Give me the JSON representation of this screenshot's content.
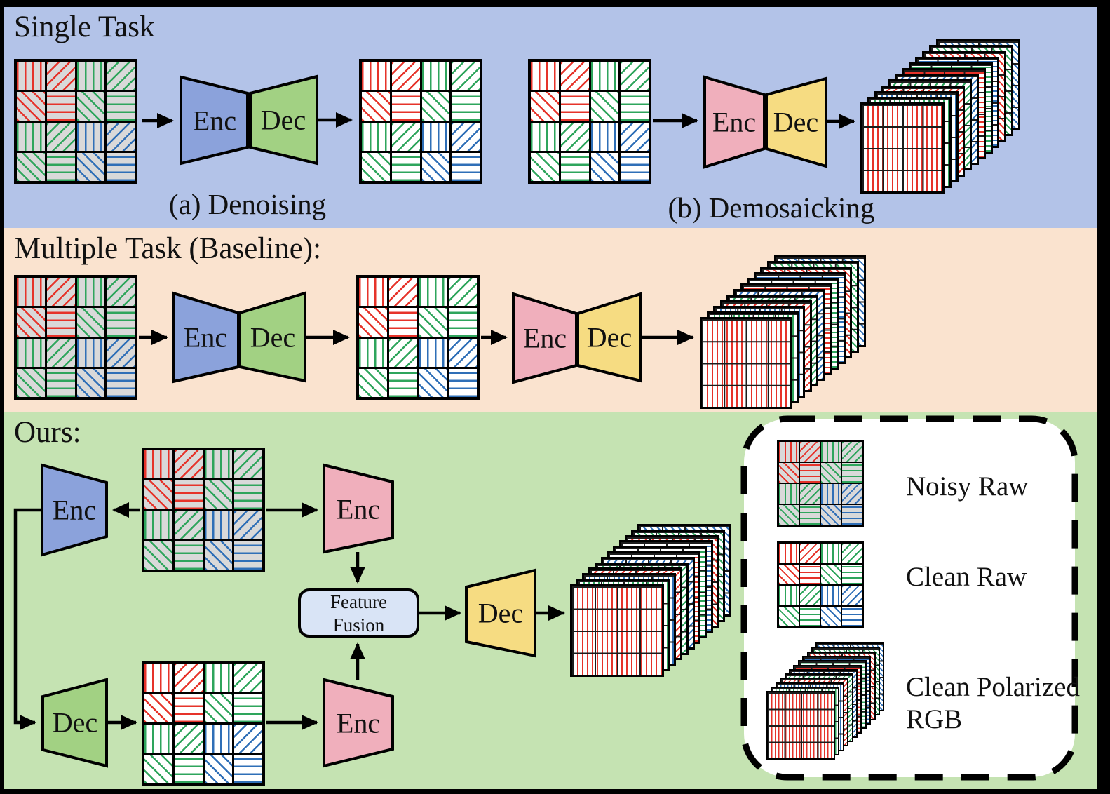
{
  "figure": {
    "sections": [
      {
        "title": "Single Task",
        "captions": [
          "(a) Denoising",
          "(b) Demosaicking"
        ]
      },
      {
        "title": "Multiple Task (Baseline):"
      },
      {
        "title": "Ours:"
      }
    ]
  },
  "labels": {
    "enc": "Enc",
    "dec": "Dec",
    "feature_fusion_lines": [
      "Feature",
      "Fusion"
    ]
  },
  "legend": {
    "items": [
      "Noisy Raw",
      "Clean Raw",
      "Clean Polarized RGB"
    ]
  },
  "colors": {
    "band-blue": "#B3C3E8",
    "band-peach": "#FAE3CF",
    "band-green": "#C5E3B2",
    "enc-blue": "#8BA2DB",
    "dec-green": "#A2D183",
    "enc-pink": "#F0AFBC",
    "dec-yellow": "#F6DC82",
    "fusion-fill": "#D9E4F6",
    "noisy-cell": "#D9D9D9",
    "hatch-red": "#E6332A",
    "hatch-green": "#2EA55C",
    "hatch-blue": "#2F6FB7"
  },
  "mosaic_pattern": [
    [
      "r|",
      "r/",
      "g|",
      "g/"
    ],
    [
      "r\\",
      "r-",
      "g\\",
      "g-"
    ],
    [
      "g|",
      "g/",
      "b|",
      "b/"
    ],
    [
      "g\\",
      "g-",
      "b\\",
      "b-"
    ]
  ],
  "stack_layers": [
    "r|",
    "g|",
    "b|",
    "r/",
    "g/",
    "b/",
    "r-",
    "g-",
    "b-",
    "r\\",
    "g\\",
    "b\\"
  ]
}
